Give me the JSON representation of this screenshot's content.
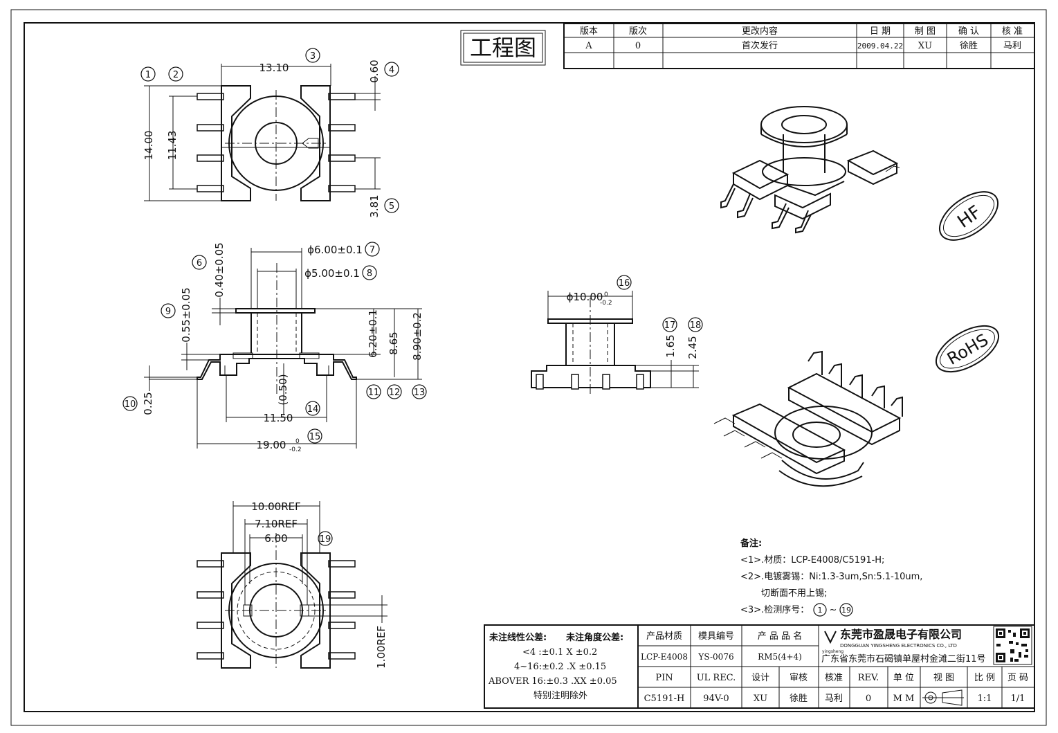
{
  "title": "工程图",
  "revision_table": {
    "headers": [
      "版本",
      "版次",
      "更改内容",
      "日 期",
      "制 图",
      "确 认",
      "核 准"
    ],
    "row": [
      "A",
      "0",
      "首次发行",
      "2009.04.22",
      "XU",
      "徐胜",
      "马利"
    ]
  },
  "dimensions": {
    "top_width": "13.10",
    "top_height": "14.00",
    "top_pin_span": "11.43",
    "top_pin_dia": "0.60",
    "top_pin_offset": "3.81",
    "flange_dia": "ϕ6.00±0.1",
    "core_dia": "ϕ5.00±0.1",
    "flange_thick": "0.40±0.05",
    "base_thick": "0.55±0.05",
    "pin_thick": "0.25",
    "height_a": "6.20±0.1",
    "height_b": "8.65",
    "height_c": "8.90±0.2",
    "gap": "(0.50)",
    "base_width": "11.50",
    "overall_width": "19.00",
    "side_flange": "ϕ10.00",
    "side_h1": "1.65",
    "side_h2": "2.45",
    "bottom_ref1": "10.00REF",
    "bottom_ref2": "7.10REF",
    "bottom_inner": "6.00",
    "bottom_pin_ref": "1.00REF",
    "tol_upper": "0",
    "tol_lower": "-0.2"
  },
  "callouts": [
    "1",
    "2",
    "3",
    "4",
    "5",
    "6",
    "7",
    "8",
    "9",
    "10",
    "11",
    "12",
    "13",
    "14",
    "15",
    "16",
    "17",
    "18",
    "19"
  ],
  "stamps": {
    "hf": "HF",
    "rohs": "RoHS"
  },
  "notes": {
    "heading": "备注:",
    "line1": "<1>.材质：LCP-E4008/C5191-H;",
    "line2": "<2>.电镀雾锡：Ni:1.3-3um,Sn:5.1-10um,",
    "line3": "切断面不用上锡;",
    "line4_pre": "<3>.检测序号：",
    "line4_a": "1",
    "line4_mid": "~",
    "line4_b": "19"
  },
  "tolerance": {
    "label_linear": "未注线性公差:",
    "label_angle": "未注角度公差:",
    "row1": "<4 :±0.1  X ±0.2",
    "row2": "4~16:±0.2  .X ±0.15",
    "row3": "ABOVER 16:±0.3  .XX ±0.05",
    "row4": "特别注明除外"
  },
  "title_block": {
    "h_material": "产品材质",
    "h_mold": "模具编号",
    "h_name": "产 品 品 名",
    "v_material": "LCP-E4008",
    "v_mold": "YS-0076",
    "v_name": "RM5(4+4)",
    "h_pin": "PIN",
    "h_ul": "UL REC.",
    "h_design": "设计",
    "h_review": "审核",
    "h_approve": "核准",
    "h_rev": "REV.",
    "h_unit": "单 位",
    "h_view": "视 图",
    "h_scale": "比 例",
    "h_page": "页 码",
    "v_pin": "C5191-H",
    "v_ul": "94V-0",
    "v_design": "XU",
    "v_review": "徐胜",
    "v_approve": "马利",
    "v_rev": "0",
    "v_unit": "M M",
    "v_scale": "1:1",
    "v_page": "1/1",
    "company_cn": "东莞市盈晟电子有限公司",
    "company_en": "DONGGUAN YINGSHENG ELECTRONICS CO., LTD",
    "address": "广东省东莞市石碣镇单屋村金滩二街11号",
    "logo_text": "yingsheng"
  }
}
